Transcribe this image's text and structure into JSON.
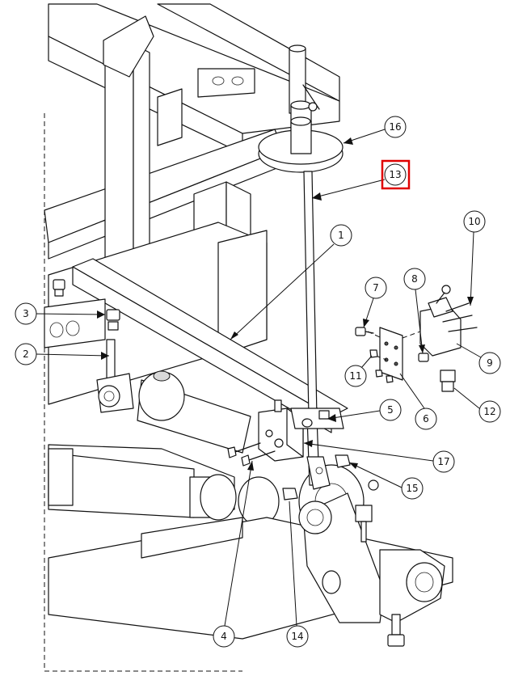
{
  "callouts": [
    {
      "id": "1",
      "label": "1"
    },
    {
      "id": "2",
      "label": "2"
    },
    {
      "id": "3",
      "label": "3"
    },
    {
      "id": "4",
      "label": "4"
    },
    {
      "id": "5",
      "label": "5"
    },
    {
      "id": "6",
      "label": "6"
    },
    {
      "id": "7",
      "label": "7"
    },
    {
      "id": "8",
      "label": "8"
    },
    {
      "id": "9",
      "label": "9"
    },
    {
      "id": "10",
      "label": "10"
    },
    {
      "id": "11",
      "label": "11"
    },
    {
      "id": "12",
      "label": "12"
    },
    {
      "id": "13",
      "label": "13"
    },
    {
      "id": "14",
      "label": "14"
    },
    {
      "id": "15",
      "label": "15"
    },
    {
      "id": "16",
      "label": "16"
    },
    {
      "id": "17",
      "label": "17"
    }
  ],
  "highlighted_callout": "13",
  "colors": {
    "line": "#111111",
    "highlight": "#e00000",
    "background": "#ffffff"
  }
}
